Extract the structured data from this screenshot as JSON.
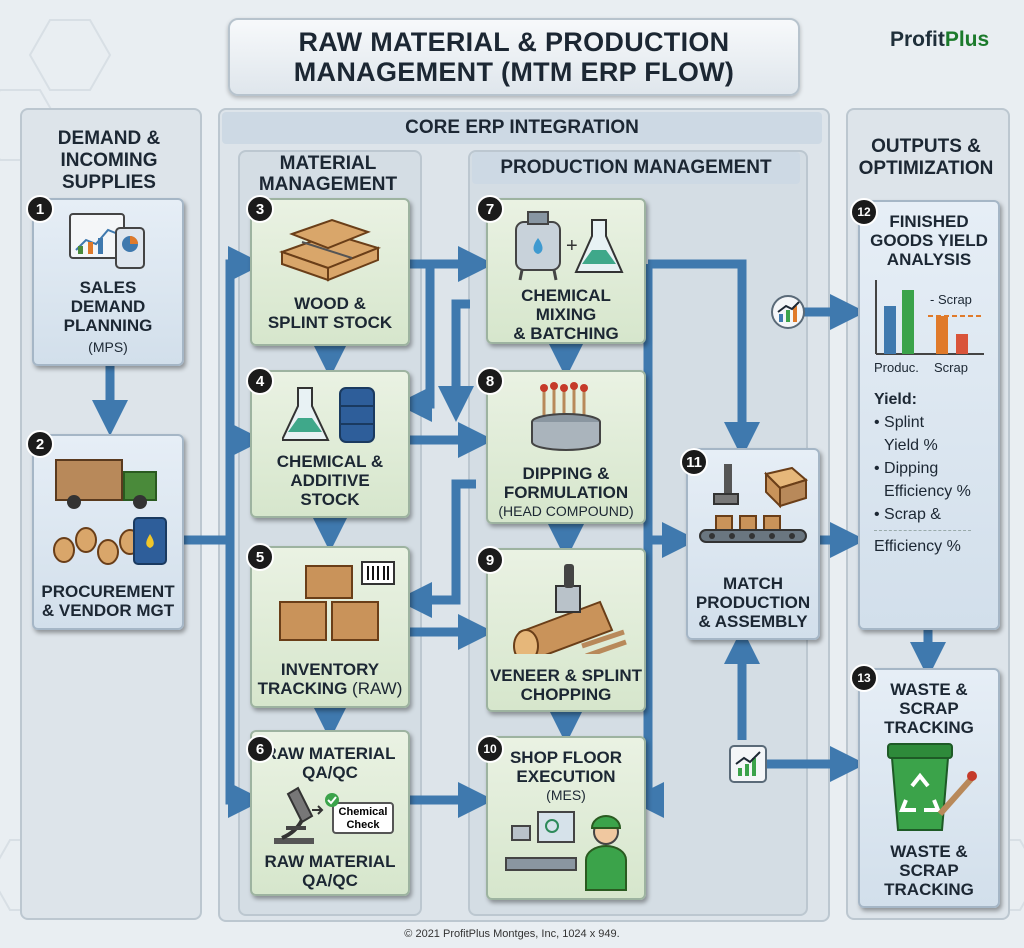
{
  "title": {
    "line1": "RAW MATERIAL & PRODUCTION",
    "line2": "MANAGEMENT (MTM ERP FLOW)"
  },
  "logo": {
    "part1": "Profit",
    "part2": "Plus"
  },
  "columns": {
    "left": {
      "line1": "DEMAND &",
      "line2": "INCOMING",
      "line3": "SUPPLIES"
    },
    "core": "CORE ERP INTEGRATION",
    "material": {
      "line1": "MATERIAL",
      "line2": "MANAGEMENT"
    },
    "production": "PRODUCTION MANAGEMENT",
    "outputs": {
      "line1": "OUTPUTS &",
      "line2": "OPTIMIZATION"
    }
  },
  "steps": {
    "s1": {
      "num": "1",
      "label": "SALES\nDEMAND\nPLANNING",
      "sub": "(MPS)"
    },
    "s2": {
      "num": "2",
      "label": "PROCUREMENT\n& VENDOR MGT"
    },
    "s3": {
      "num": "3",
      "label": "WOOD &\nSPLINT STOCK"
    },
    "s4": {
      "num": "4",
      "label": "CHEMICAL &\nADDITIVE\nSTOCK"
    },
    "s5": {
      "num": "5",
      "label": "INVENTORY\nTRACKING",
      "sub": " (RAW)"
    },
    "s6": {
      "num": "6",
      "label": "RAW MATERIAL\nQA/QC",
      "label2": "RAW MATERIAL\nQA/QC",
      "tag": "Chemical\nCheck"
    },
    "s7": {
      "num": "7",
      "label": "CHEMICAL\nMIXING\n& BATCHING"
    },
    "s8": {
      "num": "8",
      "label": "DIPPING &\nFORMULATION",
      "sub": "(HEAD COMPOUND)"
    },
    "s9": {
      "num": "9",
      "label": "VENEER & SPLINT\nCHOPPING"
    },
    "s10": {
      "num": "10",
      "label": "SHOP FLOOR\nEXECUTION",
      "sub": "(MES)"
    },
    "s11": {
      "num": "11",
      "label": "MATCH\nPRODUCTION\n& ASSEMBLY"
    },
    "s12": {
      "num": "12",
      "label": "FINISHED\nGOODS YIELD\nANALYSIS",
      "chart": {
        "legend": "- Scrap",
        "x1": "Produc.",
        "x2": "Scrap"
      },
      "yield_title": "Yield:",
      "yield_items": [
        "Splint\nYield %",
        "Dipping\nEfficiency %",
        "Scrap &"
      ],
      "yield_tail": "Efficiency %"
    },
    "s13": {
      "num": "13",
      "label": "WASTE &\nSCRAP\nTRACKING",
      "label2": "WASTE &\nSCRAP\nTRACKING"
    }
  },
  "footer": "© 2021 ProfitPlus Montges, Inc, 1024 x 949.",
  "colors": {
    "arrow": "#3f79ae",
    "box": "#dbe9d1",
    "panel": "#dde4ea",
    "band": "#cdd9e4"
  }
}
